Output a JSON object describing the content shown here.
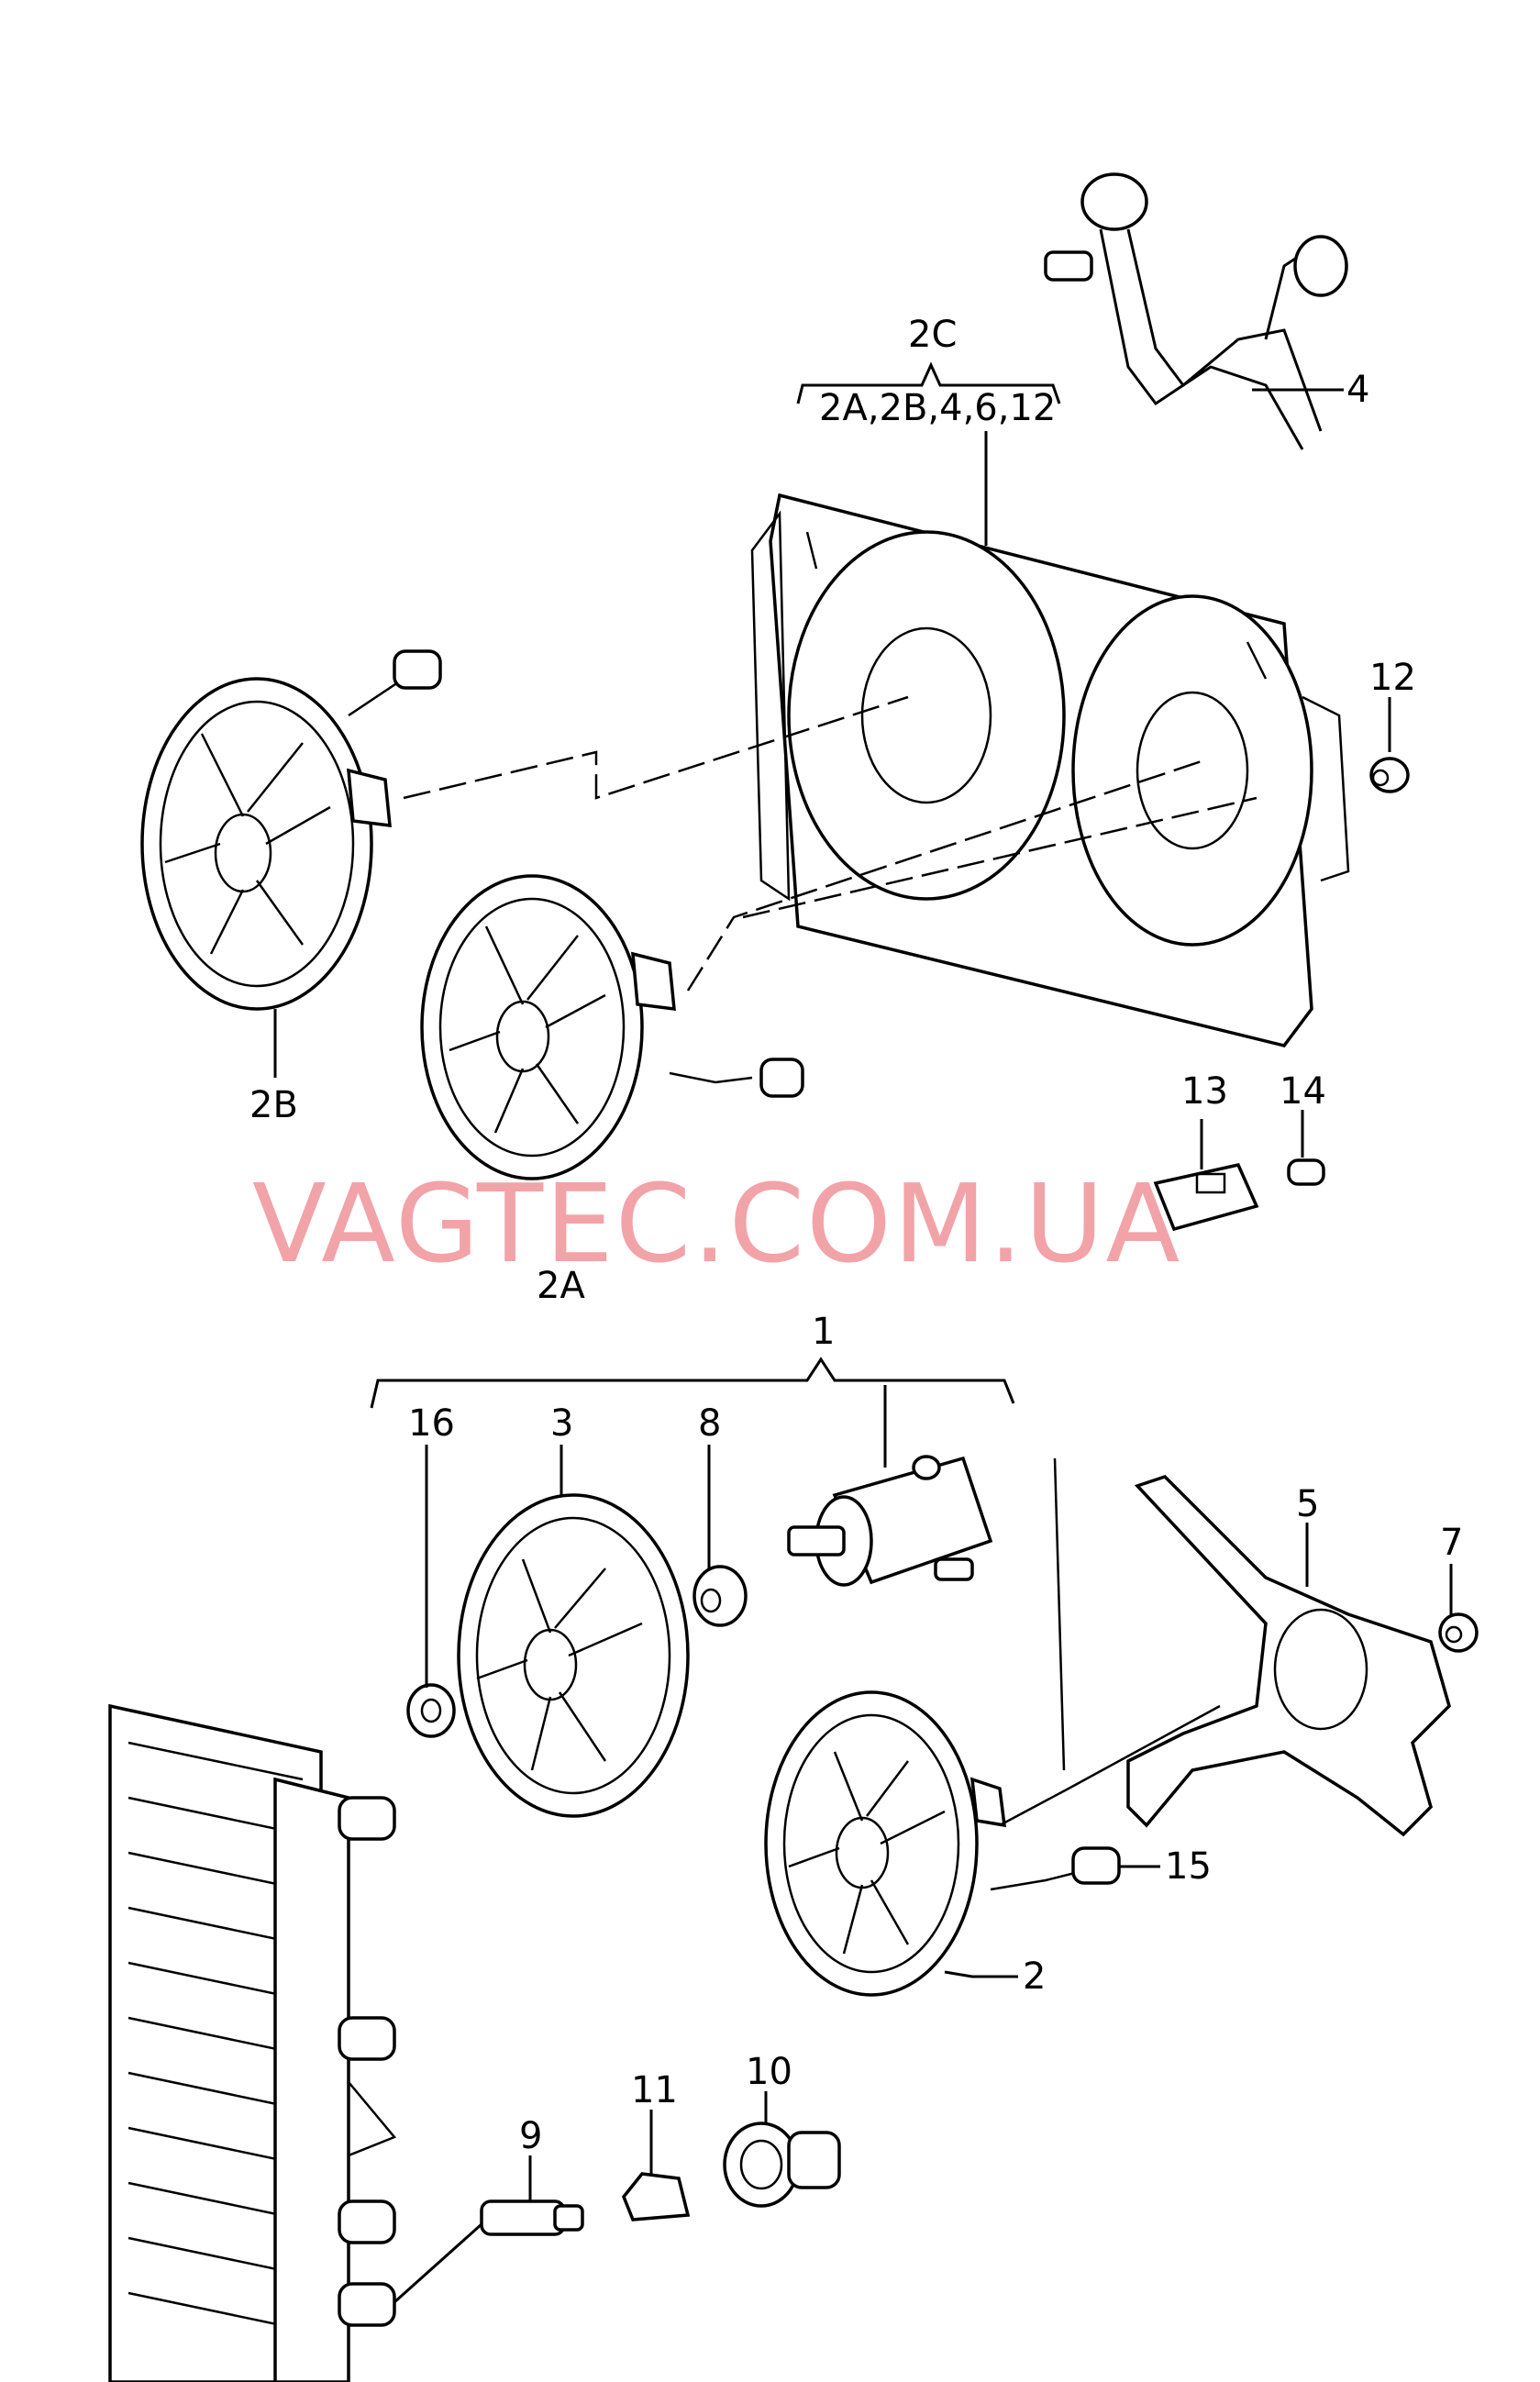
{
  "labels": {
    "group_2c": "2C",
    "group_2c_contents": "2A,2B,4,6,12",
    "p4": "4",
    "p12": "12",
    "p2b": "2B",
    "p2a": "2A",
    "p13": "13",
    "p14": "14",
    "group_1": "1",
    "p16": "16",
    "p3": "3",
    "p8": "8",
    "p5": "5",
    "p7": "7",
    "p15": "15",
    "p2": "2",
    "p10": "10",
    "p11": "11",
    "p9": "9"
  },
  "watermark": "VAGTEC.COM.UA"
}
